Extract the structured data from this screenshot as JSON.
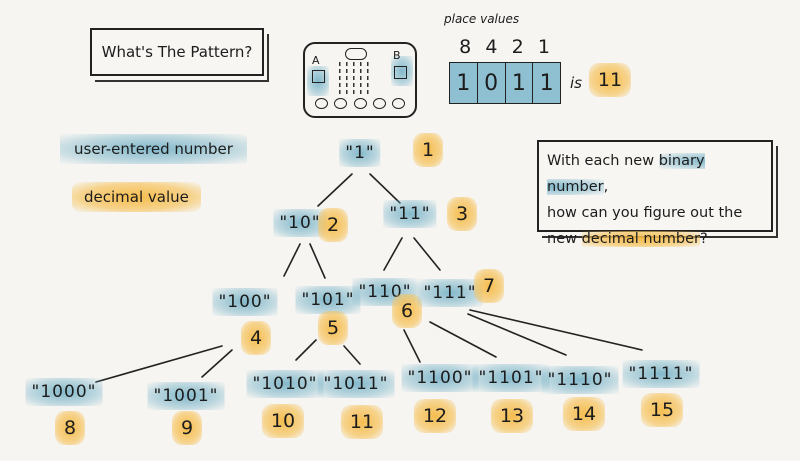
{
  "title_box": "What's The Pattern?",
  "legend": {
    "binary": "user-entered number",
    "decimal": "decimal value"
  },
  "microbit": {
    "button_a": "A",
    "button_b": "B"
  },
  "place_values": {
    "label": "place values",
    "headers": [
      "8",
      "4",
      "2",
      "1"
    ],
    "bits": [
      "1",
      "0",
      "1",
      "1"
    ],
    "is_label": "is",
    "result": "11"
  },
  "question": {
    "line1_pre": "With each new ",
    "line1_hl": "binary number",
    "line1_post": ",",
    "line2": "how can you figure out the",
    "line3_pre": "new ",
    "line3_hl": "decimal number",
    "line3_post": "?"
  },
  "nodes": [
    {
      "binary": "\"1\"",
      "decimal": "1"
    },
    {
      "binary": "\"10\"",
      "decimal": "2"
    },
    {
      "binary": "\"11\"",
      "decimal": "3"
    },
    {
      "binary": "\"100\"",
      "decimal": "4"
    },
    {
      "binary": "\"101\"",
      "decimal": "5"
    },
    {
      "binary": "\"110\"",
      "decimal": "6"
    },
    {
      "binary": "\"111\"",
      "decimal": "7"
    },
    {
      "binary": "\"1000\"",
      "decimal": "8"
    },
    {
      "binary": "\"1001\"",
      "decimal": "9"
    },
    {
      "binary": "\"1010\"",
      "decimal": "10"
    },
    {
      "binary": "\"1011\"",
      "decimal": "11"
    },
    {
      "binary": "\"1100\"",
      "decimal": "12"
    },
    {
      "binary": "\"1101\"",
      "decimal": "13"
    },
    {
      "binary": "\"1110\"",
      "decimal": "14"
    },
    {
      "binary": "\"1111\"",
      "decimal": "15"
    }
  ]
}
